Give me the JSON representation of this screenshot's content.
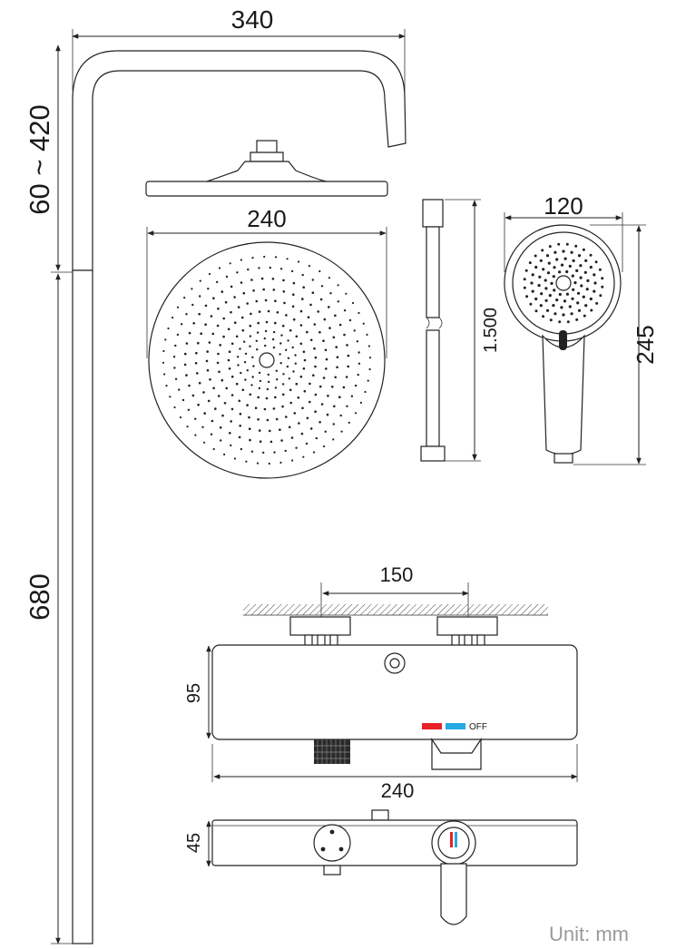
{
  "dimensions": {
    "arm_width": "340",
    "arm_height": "60 ~ 420",
    "riser_height": "680",
    "head_diameter": "240",
    "hose_length": "1.500",
    "hand_width": "120",
    "hand_length": "245",
    "inlet_spacing": "150",
    "valve_height": "95",
    "valve_width": "240",
    "valve_depth": "45"
  },
  "labels": {
    "off": "OFF",
    "unit": "Unit: mm"
  },
  "colors": {
    "hot_indicator": "#e8212b",
    "cold_indicator": "#27a9e1",
    "unit_text": "#9a9a9a"
  }
}
